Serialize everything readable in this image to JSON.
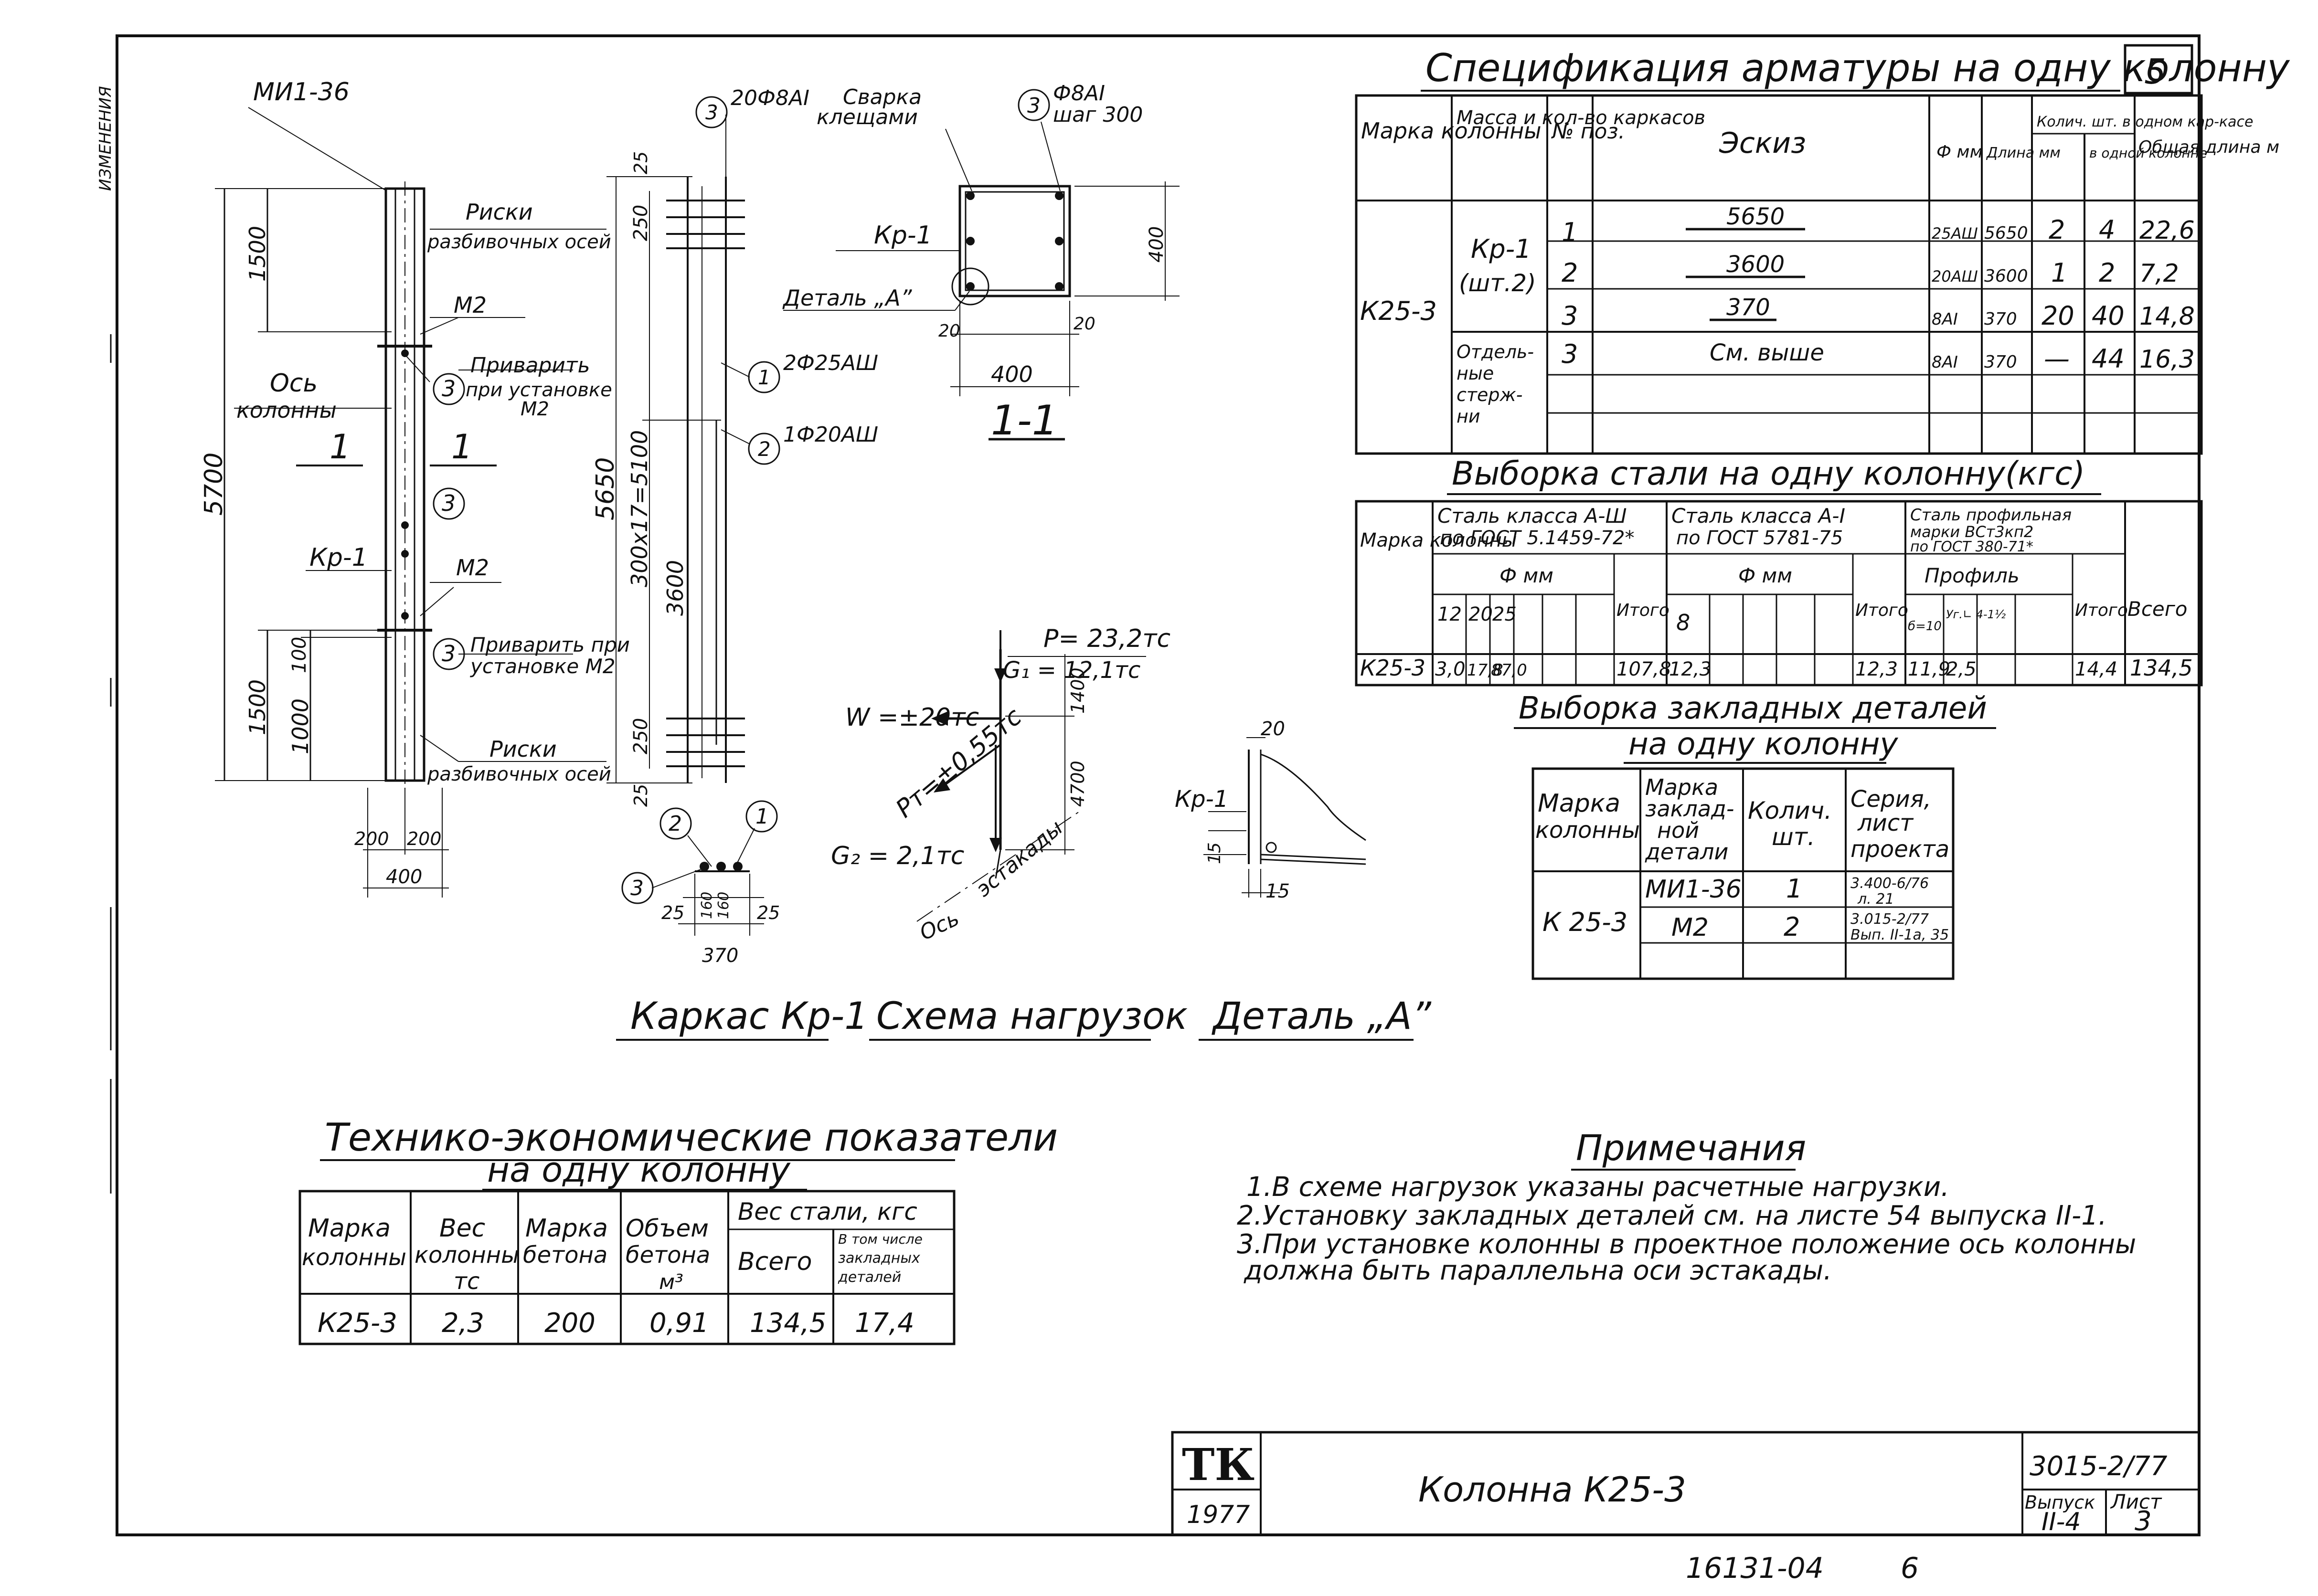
{
  "left_vertical_marks": [
    "ИЗМЕНЕНИЯ"
  ],
  "drawing_kr": {
    "mi_label": "МИ1-36",
    "riski_top_1": "Риски",
    "riski_top_2": "разбивочных осей",
    "m2_top": "М2",
    "os_1": "Ось",
    "os_2": "колонны",
    "weld_top_1": "Приварить",
    "weld_top_2": "при установке",
    "weld_top_3": "М2",
    "kr1": "Кр-1",
    "m2_bottom": "М2",
    "weld_bot_1": "Приварить при",
    "weld_bot_2": "установке М2",
    "riski_bot_1": "Риски",
    "riski_bot_2": "разбивочных осей",
    "sec_num_a": "1",
    "sec_num_b": "1",
    "dim_1500_top": "1500",
    "dim_5700": "5700",
    "dim_1500_bot": "1500",
    "dim_1000": "1000",
    "dim_100": "100",
    "dim_200a": "200",
    "dim_200b": "200",
    "dim_400": "400",
    "circ3_a": "3",
    "circ3_b": "3",
    "circ3_c": "3"
  },
  "cage": {
    "dim_25_top": "25",
    "dim_250_top": "250",
    "dim_5650": "5650",
    "dim_300x17": "300x17=5100",
    "dim_3600": "3600",
    "dim_250_bot": "250",
    "dim_25_bot": "25",
    "bar1_num": "1",
    "bar1": "2Ф25АШ",
    "bar2_num": "2",
    "bar2": "1Ф20АШ",
    "top3_num": "3",
    "top3": "20Ф8АI",
    "weld_1": "Сварка",
    "weld_2": "клещами",
    "sec_c1": "2",
    "sec_c2": "1",
    "sec_c3": "3",
    "sec_dims": [
      "25",
      "160",
      "160",
      "25"
    ],
    "sec_370": "370"
  },
  "section": {
    "num3": "3",
    "bar_1": "Ф8АI",
    "bar_2": "шаг 300",
    "kr1": "Кр-1",
    "detal": "Деталь „А”",
    "dim_400_v": "400",
    "dim_20a": "20",
    "dim_20b": "20",
    "dim_400_h": "400",
    "title": "1-1"
  },
  "loads": {
    "P": "P= 23,2тс",
    "G1": "G₁ = 12,1тс",
    "W": "W =±20тс",
    "Pt": "Pт=±0,55тс",
    "G2": "G₂ = 2,1тс",
    "d1400": "1400",
    "d4700": "4700",
    "os": "Ось",
    "estakady": "эстакады"
  },
  "detail_a": {
    "d20": "20",
    "kr1": "Кр-1",
    "d15a": "15",
    "d15b": "15"
  },
  "captions": {
    "cap1": "Каркас Кр-1",
    "cap2": "Схема нагрузок",
    "cap3": "Деталь „А”"
  },
  "spec": {
    "title": "Спецификация арматуры на одну колонну",
    "sheet_no": "5",
    "headers": [
      "Марка колонны",
      "Масса и кол-во каркасов",
      "№ поз.",
      "Эскиз",
      "Ф мм",
      "Длина мм",
      "Колич. шт. в одном кар-касе",
      "в одной колонне",
      "Общая длина м"
    ],
    "mark": "К25-3",
    "kr_1": "Кр-1",
    "kr_2": "(шт.2)",
    "sep_1": "Отдель-",
    "sep_2": "ные",
    "sep_3": "стерж-",
    "sep_4": "ни",
    "rows": [
      {
        "pos": "1",
        "sketch": "5650",
        "d": "25АШ",
        "len": "5650",
        "n1": "2",
        "n2": "4",
        "total": "22,6"
      },
      {
        "pos": "2",
        "sketch": "3600",
        "d": "20АШ",
        "len": "3600",
        "n1": "1",
        "n2": "2",
        "total": "7,2"
      },
      {
        "pos": "3",
        "sketch": "370",
        "d": "8АI",
        "len": "370",
        "n1": "20",
        "n2": "40",
        "total": "14,8"
      },
      {
        "pos": "3",
        "sketch": "См. выше",
        "d": "8АI",
        "len": "370",
        "n1": "—",
        "n2": "44",
        "total": "16,3"
      }
    ]
  },
  "steel": {
    "title": "Выборка стали на одну колонну(кгс)",
    "h_mark": "Марка колонны",
    "h_a3_1": "Сталь класса А-Ш",
    "h_a3_2": "по ГОСТ 5.1459-72*",
    "h_a1_1": "Сталь класса А-I",
    "h_a1_2": "по ГОСТ 5781-75",
    "h_pr_1": "Сталь профильная",
    "h_pr_2": "марки ВСт3кп2",
    "h_pr_3": "по ГОСТ 380-71*",
    "h_fmm1": "Ф мм",
    "h_fmm2": "Ф мм",
    "h_prof": "Профиль",
    "h_itogo1": "Итого",
    "h_itogo2": "Итого",
    "h_itogo3": "Итого",
    "h_vsego": "Всего",
    "d12": "12",
    "d20": "20",
    "d25": "25",
    "d8": "8",
    "p1": "б=10",
    "p2": "Уг.∟ 4-1½",
    "row_mark": "К25-3",
    "v12": "3,0",
    "v20": "17,8",
    "v25": "87,0",
    "it1": "107,8",
    "v8": "12,3",
    "it2": "12,3",
    "vp1": "11,9",
    "vp2": "2,5",
    "it3": "14,4",
    "all": "134,5"
  },
  "embedded": {
    "title_1": "Выборка закладных деталей",
    "title_2": "на одну колонну",
    "h1": "Марка колонны",
    "h2": "Марка заклад-ной детали",
    "h3": "Колич. шт.",
    "h4": "Серия, лист проекта",
    "mark": "К 25-3",
    "rows": [
      {
        "part": "МИ1-36",
        "qty": "1",
        "ser1": "3.400-6/76",
        "ser2": "л. 21"
      },
      {
        "part": "М2",
        "qty": "2",
        "ser1": "3.015-2/77",
        "ser2": "Вып. II-1а, 35"
      }
    ]
  },
  "tep": {
    "title_1": "Технико-экономические показатели",
    "title_2": "на одну колонну",
    "h_mark": "Марка колонны",
    "h_weight": "Вес колонны тс",
    "h_concrete": "Марка бетона",
    "h_volume": "Объем бетона м³",
    "h_steel": "Вес стали, кгс",
    "h_all": "Всего",
    "h_incl": "В том числе закладных деталей",
    "row": [
      "К25-3",
      "2,3",
      "200",
      "0,91",
      "134,5",
      "17,4"
    ]
  },
  "notes": {
    "title": "Примечания",
    "lines": [
      "1.В схеме нагрузок указаны расчетные нагрузки.",
      "2.Установку закладных деталей см. на листе 54 выпуска II-1.",
      "3.При установке колонны в проектное положение ось колонны",
      "должна быть параллельна оси эстакады."
    ]
  },
  "stamp": {
    "logo": "ТК",
    "year": "1977",
    "name": "Колонна К25-3",
    "series": "3015-2/77",
    "vyp_label": "Выпуск",
    "list_label": "Лист",
    "vyp": "II-4",
    "list": "3"
  },
  "archive": {
    "num": "16131-04",
    "page": "6"
  }
}
